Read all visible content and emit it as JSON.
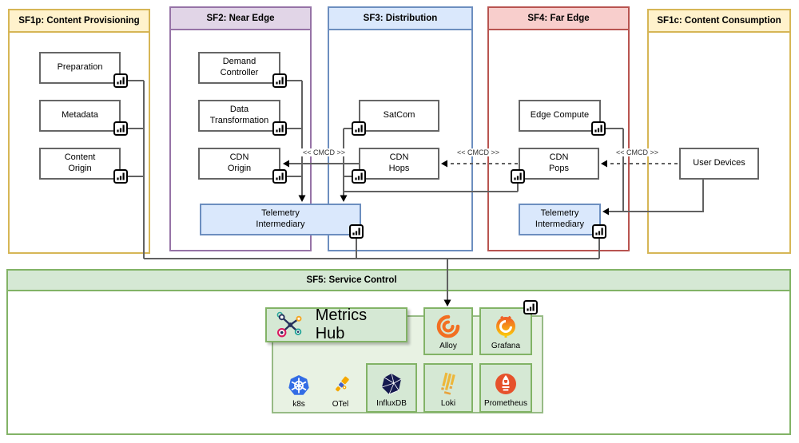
{
  "colors": {
    "lane_yellow_fill": "#fff2cc",
    "lane_yellow_border": "#d6b656",
    "lane_purple_fill": "#e1d5e7",
    "lane_purple_border": "#9673a6",
    "lane_blue_fill": "#dae8fc",
    "lane_blue_border": "#6c8ebf",
    "lane_red_fill": "#f8cecc",
    "lane_red_border": "#b85450",
    "lane_green_fill": "#d5e8d4",
    "lane_green_border": "#82b366",
    "telemetry_fill": "#dae8fc",
    "telemetry_border": "#6c8ebf",
    "node_border": "#666666",
    "connector": "#616161",
    "alloy_orange": "#f26f21",
    "grafana_orange": "#f05a28",
    "grafana_yellow": "#fbca0a",
    "k8s_blue": "#326ce5",
    "otel_orange": "#f5a800",
    "otel_blue": "#425cc7",
    "influxdb_navy": "#151a4f",
    "loki_yellow": "#edb73a",
    "prometheus_red": "#e6522c"
  },
  "lanes": {
    "sf1p": {
      "title": "SF1p: Content Provisioning"
    },
    "sf2": {
      "title": "SF2: Near Edge"
    },
    "sf3": {
      "title": "SF3: Distribution"
    },
    "sf4": {
      "title": "SF4: Far Edge"
    },
    "sf1c": {
      "title": "SF1c: Content Consumption"
    },
    "sf5": {
      "title": "SF5: Service Control"
    }
  },
  "nodes": {
    "preparation": "Preparation",
    "metadata": "Metadata",
    "content_origin": "Content\nOrigin",
    "demand_controller": "Demand\nController",
    "data_transformation": "Data\nTransformation",
    "cdn_origin": "CDN\nOrigin",
    "satcom": "SatCom",
    "cdn_hops": "CDN\nHops",
    "edge_compute": "Edge Compute",
    "cdn_pops": "CDN\nPops",
    "user_devices": "User Devices",
    "telemetry_intermediary_near": "Telemetry\nIntermediary",
    "telemetry_intermediary_far": "Telemetry\nIntermediary"
  },
  "edges": {
    "cmcd_label": "<< CMCD >>"
  },
  "service_control": {
    "metrics_hub_label": "Metrics Hub",
    "tools": {
      "alloy": "Alloy",
      "grafana": "Grafana",
      "k8s": "k8s",
      "otel": "OTel",
      "influxdb": "InfluxDB",
      "loki": "Loki",
      "prometheus": "Prometheus"
    }
  }
}
